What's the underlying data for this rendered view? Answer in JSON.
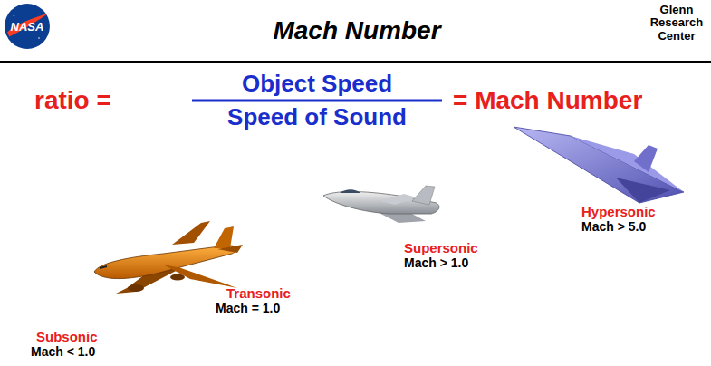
{
  "diagram": {
    "title": "Mach Number",
    "nodes": [
      {
        "text": [
          "NASA"
        ]
      }
    ],
    "labels": [
      "Glenn Research Center",
      "ratio =",
      "Object Speed",
      "Speed of Sound",
      "= Mach Number",
      "Subsonic",
      "Mach < 1.0",
      "Transonic",
      "Mach = 1.0",
      "Supersonic",
      "Mach > 1.0",
      "Hypersonic",
      "Mach > 5.0"
    ]
  }
}
